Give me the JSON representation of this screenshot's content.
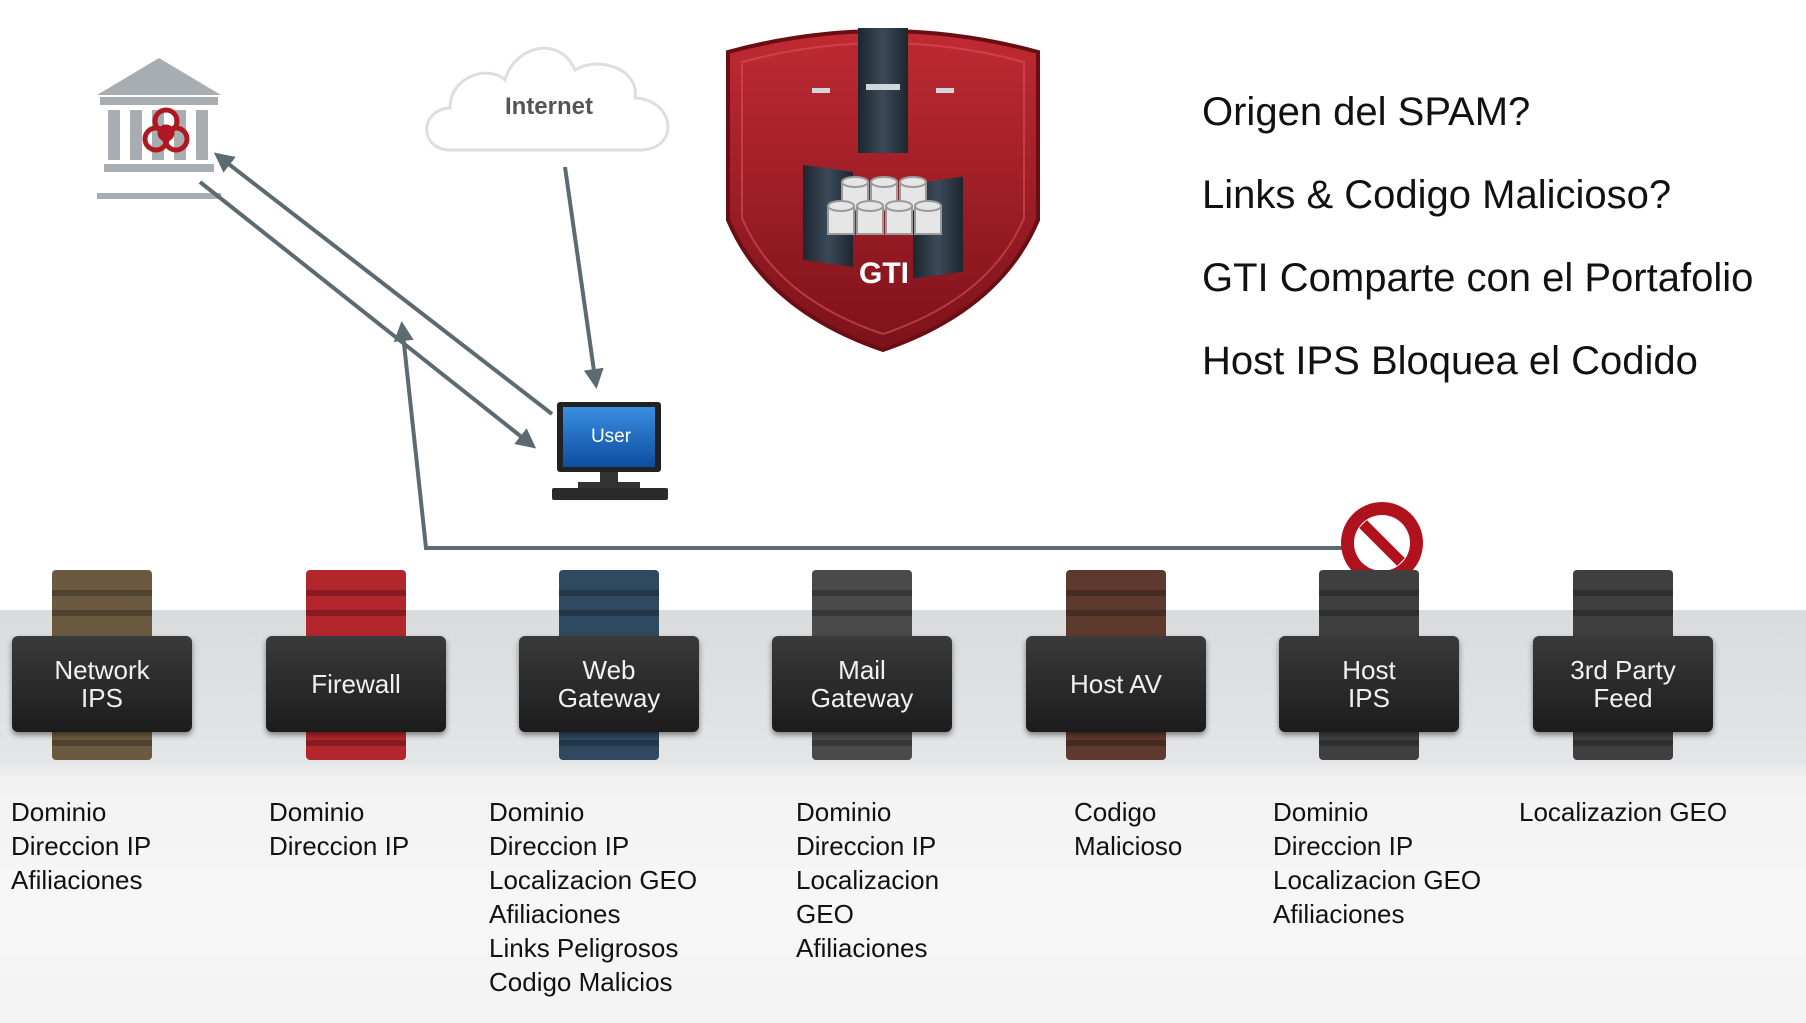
{
  "diagram": {
    "internet_label": "Internet",
    "user_label": "User",
    "gti_label": "GTI",
    "questions": [
      "Origen del SPAM?",
      "Links & Codigo Malicioso?",
      "GTI Comparte con el Portafolio",
      "Host IPS Bloquea el Codido"
    ],
    "icons": {
      "bank": "biohazard-bank-icon",
      "cloud": "cloud-icon",
      "shield": "gti-shield-icon",
      "computer": "user-computer-icon",
      "block": "no-entry-icon"
    },
    "colors": {
      "shield": "#9a1b22",
      "arrow": "#5c6a72",
      "block": "#b0121d",
      "biohazard": "#b01821"
    }
  },
  "devices": [
    {
      "id": "network-ips",
      "label_lines": [
        "Network",
        "IPS"
      ],
      "color": "#6b5a40",
      "features": [
        "Dominio",
        "Direccion IP",
        "Afiliaciones"
      ]
    },
    {
      "id": "firewall",
      "label_lines": [
        "Firewall"
      ],
      "color": "#b3262c",
      "features": [
        "Dominio",
        "Direccion IP"
      ]
    },
    {
      "id": "web-gateway",
      "label_lines": [
        "Web",
        "Gateway"
      ],
      "color": "#2f4a60",
      "features": [
        "Dominio",
        "Direccion IP",
        "Localizacion GEO",
        "Afiliaciones",
        "Links Peligrosos",
        "Codigo Malicios"
      ]
    },
    {
      "id": "mail-gateway",
      "label_lines": [
        "Mail",
        "Gateway"
      ],
      "color": "#4a4a4a",
      "features": [
        "Dominio",
        "Direccion IP",
        "Localizacion GEO",
        "Afiliaciones"
      ]
    },
    {
      "id": "host-av",
      "label_lines": [
        "Host AV"
      ],
      "color": "#5e3a2e",
      "features": [
        "Codigo Malicioso"
      ]
    },
    {
      "id": "host-ips",
      "label_lines": [
        "Host",
        "IPS"
      ],
      "color": "#3f3f3f",
      "features": [
        "Dominio",
        "Direccion IP",
        "Localizacion GEO",
        "Afiliaciones"
      ]
    },
    {
      "id": "third-party-feed",
      "label_lines": [
        "3rd Party",
        "Feed"
      ],
      "color": "#3f3f3f",
      "features": [
        "Localizazion GEO"
      ]
    }
  ]
}
